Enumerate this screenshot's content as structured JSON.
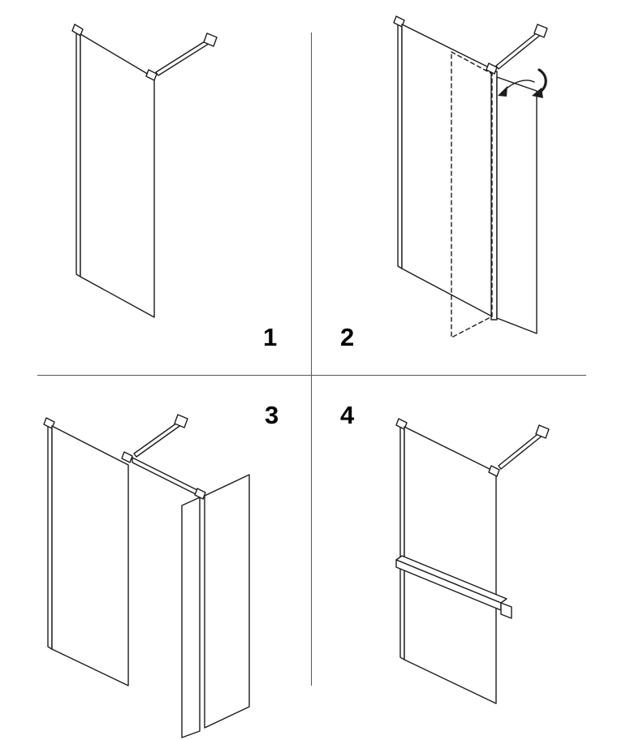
{
  "steps": [
    {
      "label": "1"
    },
    {
      "label": "2"
    },
    {
      "label": "3"
    },
    {
      "label": "4"
    }
  ],
  "colors": {
    "background": "#ffffff",
    "line": "#1c1c1c",
    "divider": "#555555",
    "label": "#000000"
  }
}
